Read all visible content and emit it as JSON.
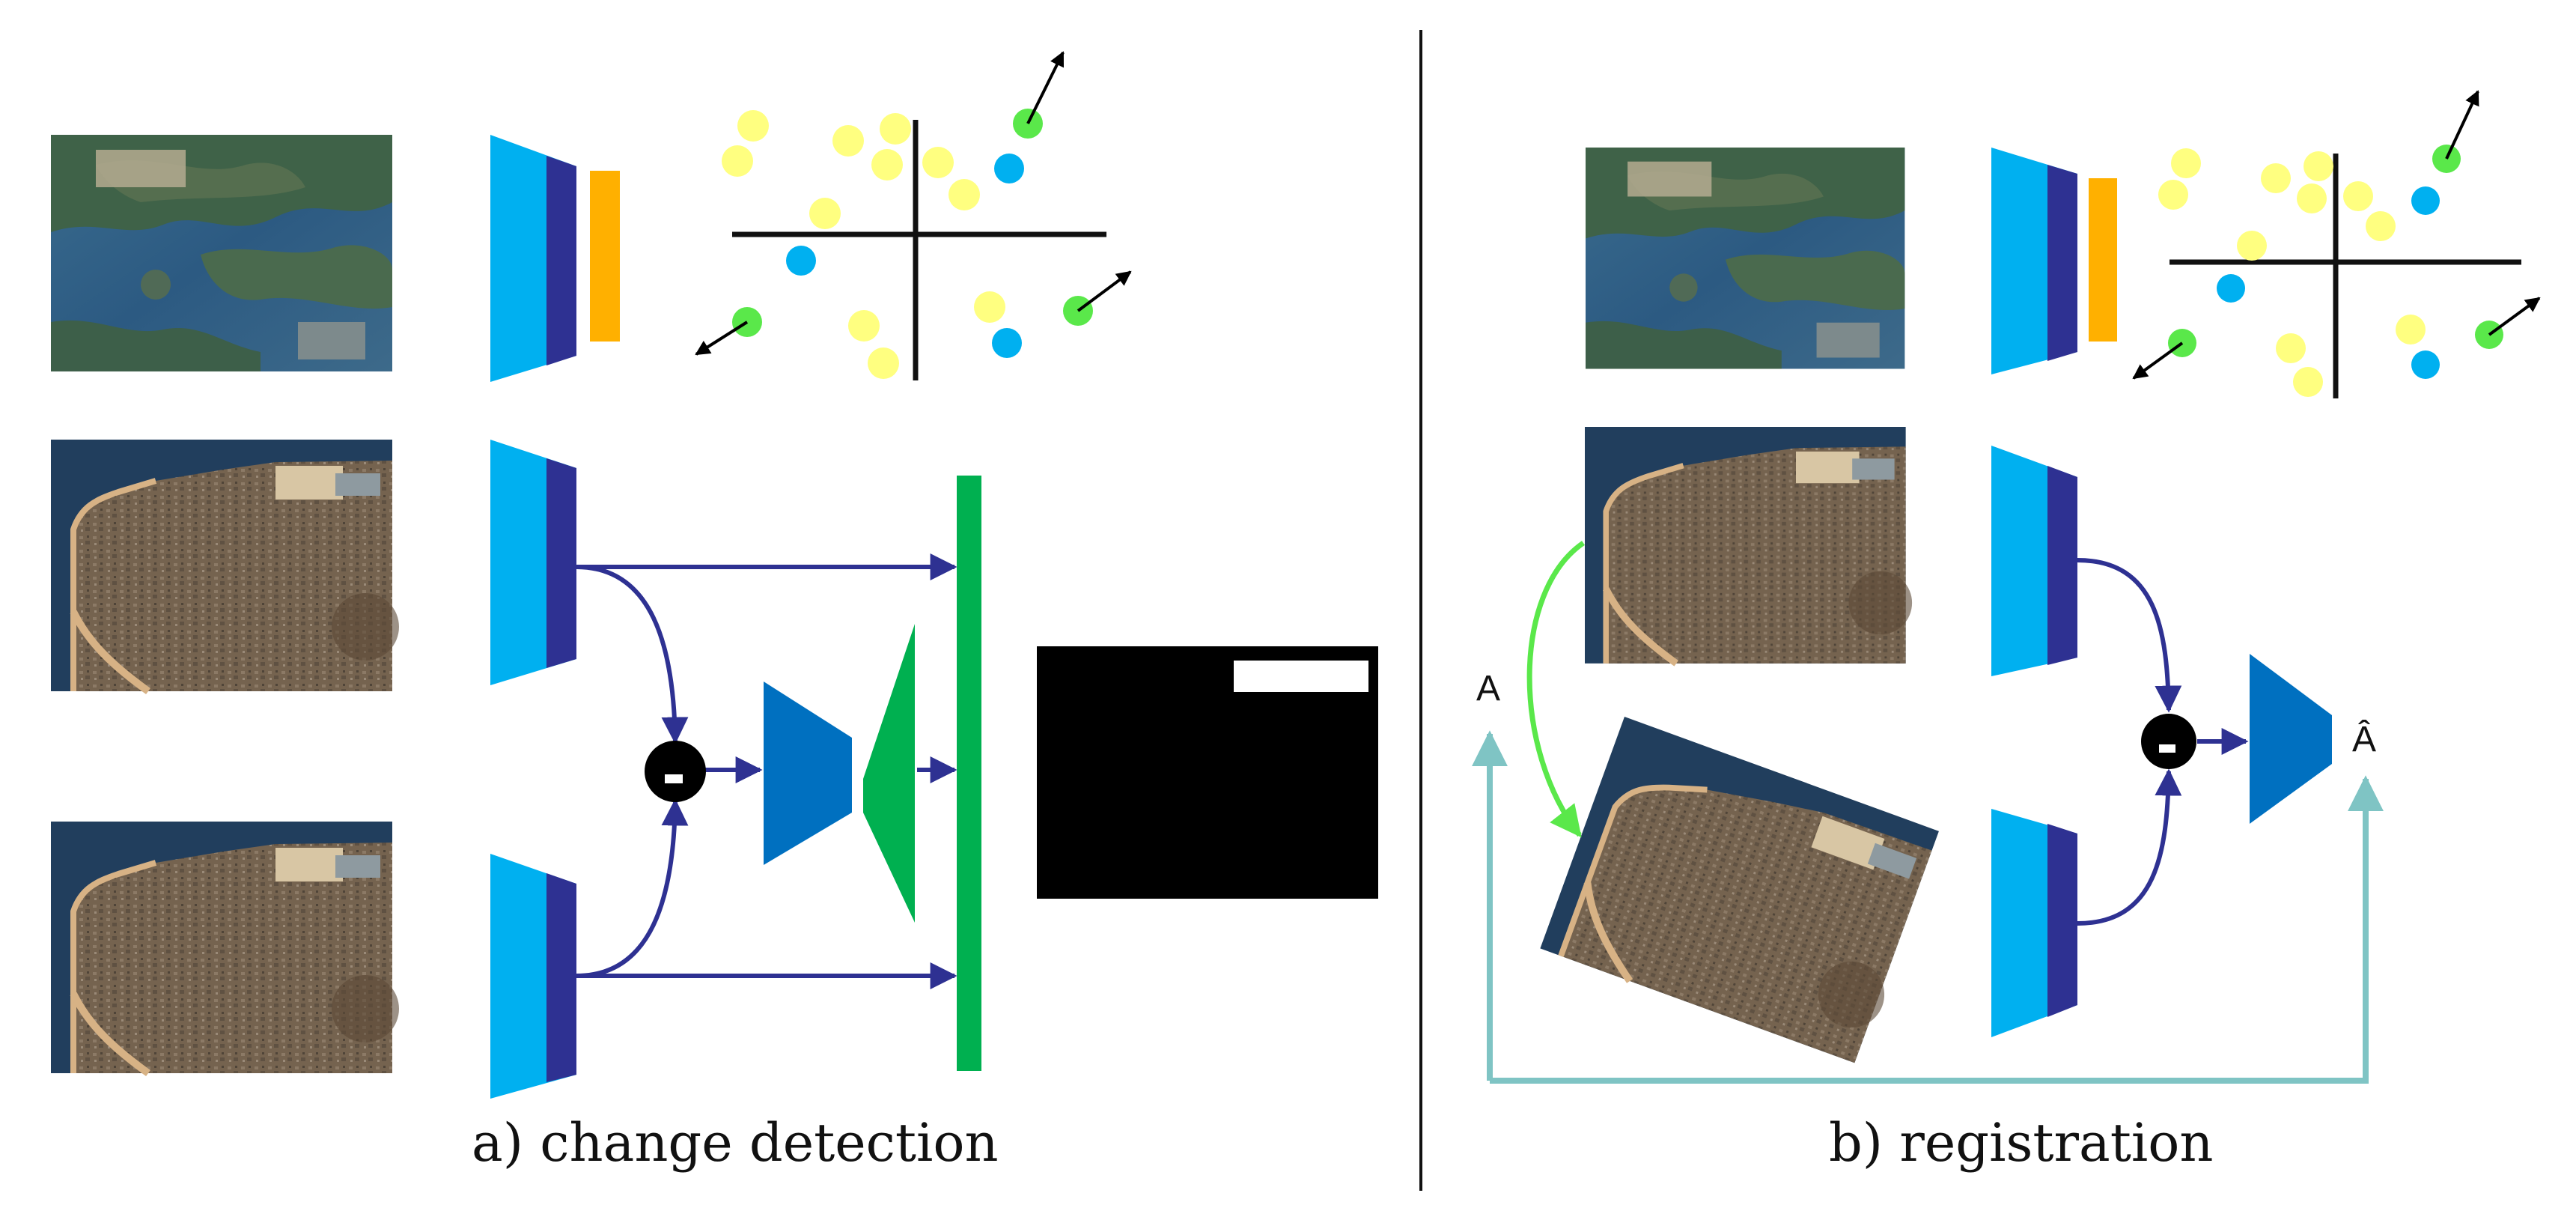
{
  "captions": {
    "left": "a) change detection",
    "right": "b) registration"
  },
  "labels": {
    "transform_input": "A",
    "transform_predicted": "Â",
    "difference_operator": "-"
  },
  "colors": {
    "encoder_light": "#00b0f0",
    "encoder_dark": "#2e3192",
    "projection_head": "#ffb000",
    "decoder_blue": "#0070c0",
    "decoder_green": "#00b050",
    "connector_line": "#2e3192",
    "positive_point": "#ffff80",
    "negative_point": "#00b0f0",
    "anchor_point": "#5ae84a",
    "warp_arrow": "#5ae84a",
    "loss_arrow": "#7fc4c4",
    "change_mask_bg": "#000000",
    "change_mask_fg": "#ffffff",
    "satellite_sea": "#2c5a82",
    "satellite_land": "#6e5c4c"
  },
  "icons": {
    "operator": "minus-circle-icon",
    "embedding_space": "embedding-scatter-icon",
    "images": "satellite-image-icon"
  }
}
